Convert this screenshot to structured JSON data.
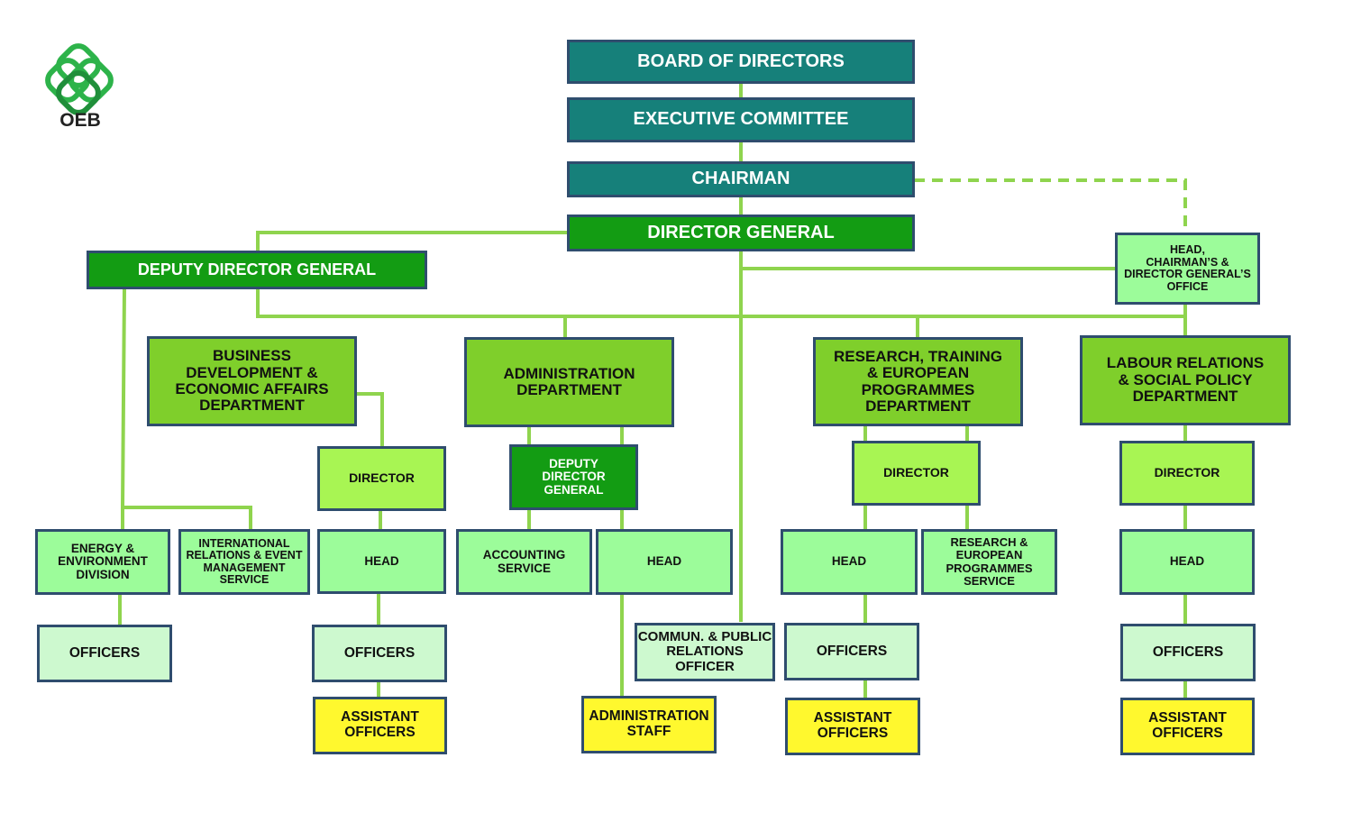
{
  "logo": {
    "text": "OEB",
    "color": "#2db34a"
  },
  "colors": {
    "border": "#2f4d6e",
    "connector": "#8fd44e",
    "top_level": "#16807a",
    "director_general": "#139c13",
    "department": "#7fcf2b",
    "director": "#a8f553",
    "unit": "#9cfc9a",
    "officers": "#cdf9cf",
    "assistant": "#fff82e"
  },
  "nodes": {
    "board": "BOARD OF DIRECTORS",
    "executive": "EXECUTIVE COMMITTEE",
    "chairman": "CHAIRMAN",
    "director_general": "DIRECTOR GENERAL",
    "deputy_director_general": "DEPUTY DIRECTOR GENERAL",
    "head_office": "HEAD,\nCHAIRMAN’S &\nDIRECTOR GENERAL’S\nOFFICE",
    "business_dept": "BUSINESS\nDEVELOPMENT &\nECONOMIC AFFAIRS\nDEPARTMENT",
    "admin_dept": "ADMINISTRATION\nDEPARTMENT",
    "research_dept": "RESEARCH, TRAINING\n& EUROPEAN\nPROGRAMMES\nDEPARTMENT",
    "labour_dept": "LABOUR RELATIONS\n& SOCIAL POLICY\nDEPARTMENT",
    "business_director": "DIRECTOR",
    "admin_deputy": "DEPUTY\nDIRECTOR\nGENERAL",
    "research_director": "DIRECTOR",
    "labour_director": "DIRECTOR",
    "energy_division": "ENERGY &\nENVIRONMENT\nDIVISION",
    "intl_service": "INTERNATIONAL\nRELATIONS & EVENT\nMANAGEMENT\nSERVICE",
    "business_head": "HEAD",
    "accounting_service": "ACCOUNTING\nSERVICE",
    "admin_head": "HEAD",
    "research_head": "HEAD",
    "research_service": "RESEARCH &\nEUROPEAN\nPROGRAMMES\nSERVICE",
    "labour_head": "HEAD",
    "energy_officers": "OFFICERS",
    "business_officers": "OFFICERS",
    "commun_officer": "COMMUN. & PUBLIC\nRELATIONS\nOFFICER",
    "research_officers": "OFFICERS",
    "labour_officers": "OFFICERS",
    "business_assistant": "ASSISTANT\nOFFICERS",
    "admin_staff": "ADMINISTRATION\nSTAFF",
    "research_assistant": "ASSISTANT\nOFFICERS",
    "labour_assistant": "ASSISTANT\nOFFICERS"
  }
}
